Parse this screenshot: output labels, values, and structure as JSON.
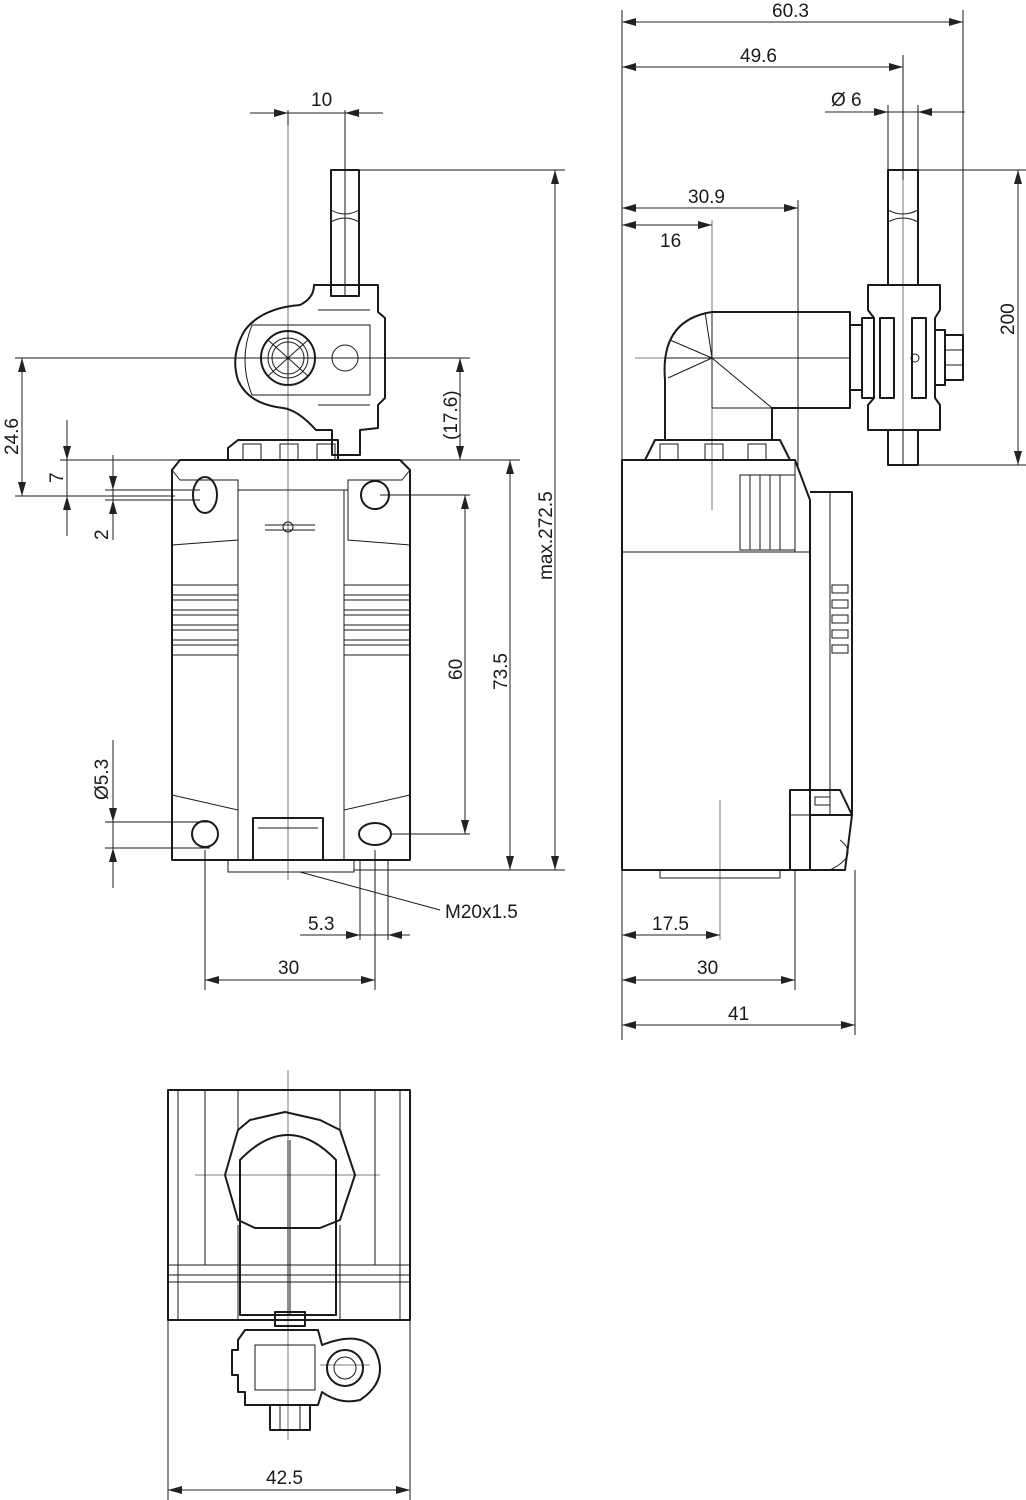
{
  "dimensions": {
    "front_top_10": "10",
    "front_17_6": "(17.6)",
    "front_24_6": "24.6",
    "front_7": "7",
    "front_2": "2",
    "front_max_272_5": "max.272.5",
    "front_73_5": "73.5",
    "front_60": "60",
    "front_d5_3": "Ø5.3",
    "front_m20": "M20x1.5",
    "front_5_3": "5.3",
    "front_30": "30",
    "side_60_3": "60.3",
    "side_49_6": "49.6",
    "side_d6": "Ø 6",
    "side_30_9": "30.9",
    "side_16": "16",
    "side_200": "200",
    "side_17_5": "17.5",
    "side_30": "30",
    "side_41": "41",
    "bottom_42_5": "42.5"
  }
}
